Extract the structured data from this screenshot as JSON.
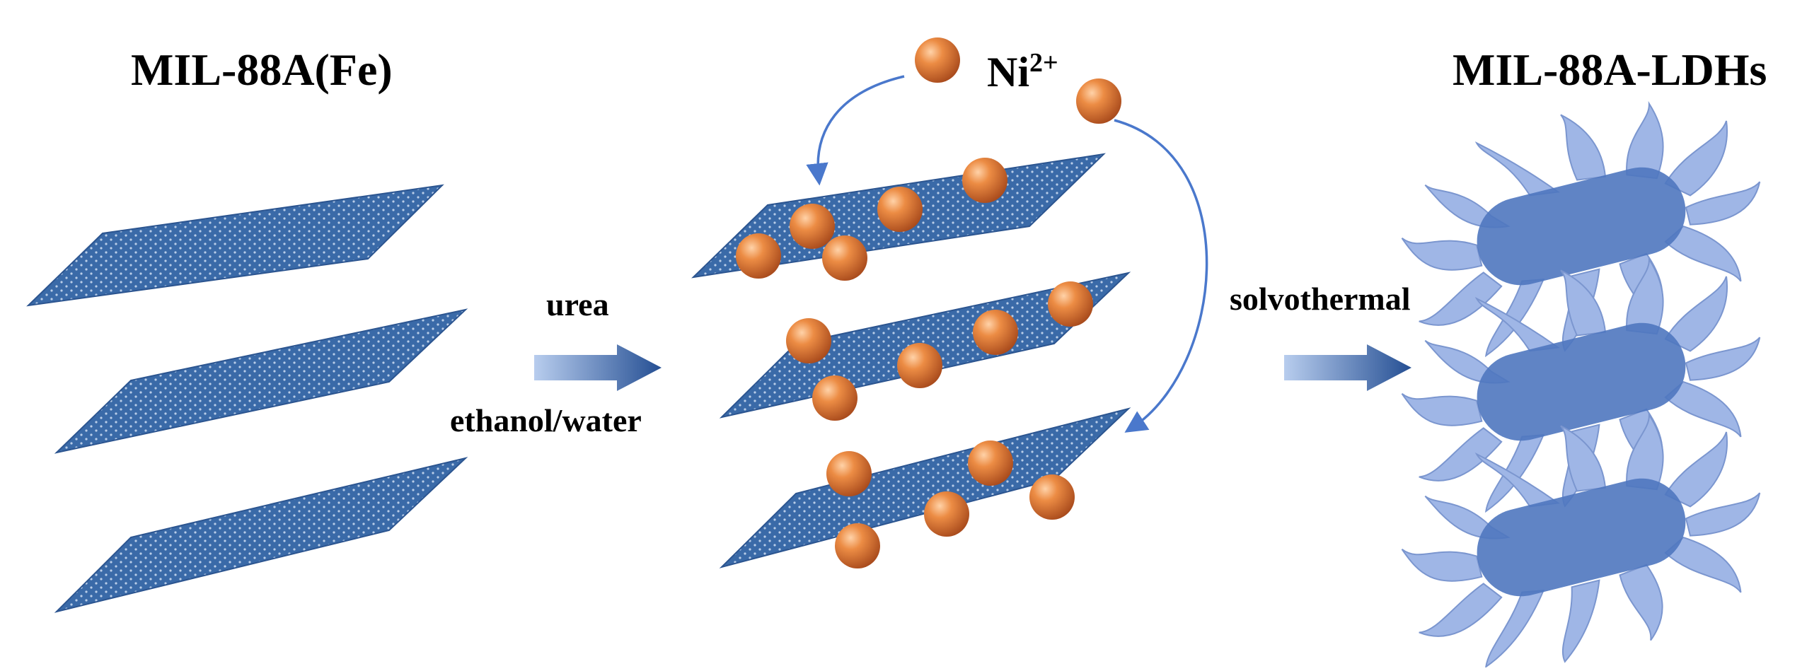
{
  "labels": {
    "reactant": "MIL-88A(Fe)",
    "product": "MIL-88A-LDHs",
    "ion_base": "Ni",
    "ion_charge": "2+",
    "step1_top": "urea",
    "step1_bottom": "ethanol/water",
    "step2": "solvothermal"
  },
  "colors": {
    "sheet": "#3a6aa8",
    "sheet_edge": "#2c5590",
    "ion": "#e07a30",
    "ion_dark": "#a5471a",
    "curve_arrow": "#4a78cc",
    "ldh_petal": "#9fb6e6",
    "ldh_core": "#4f77bf",
    "block_arrow_light": "#a9c2ea",
    "block_arrow_dark": "#254f93"
  }
}
